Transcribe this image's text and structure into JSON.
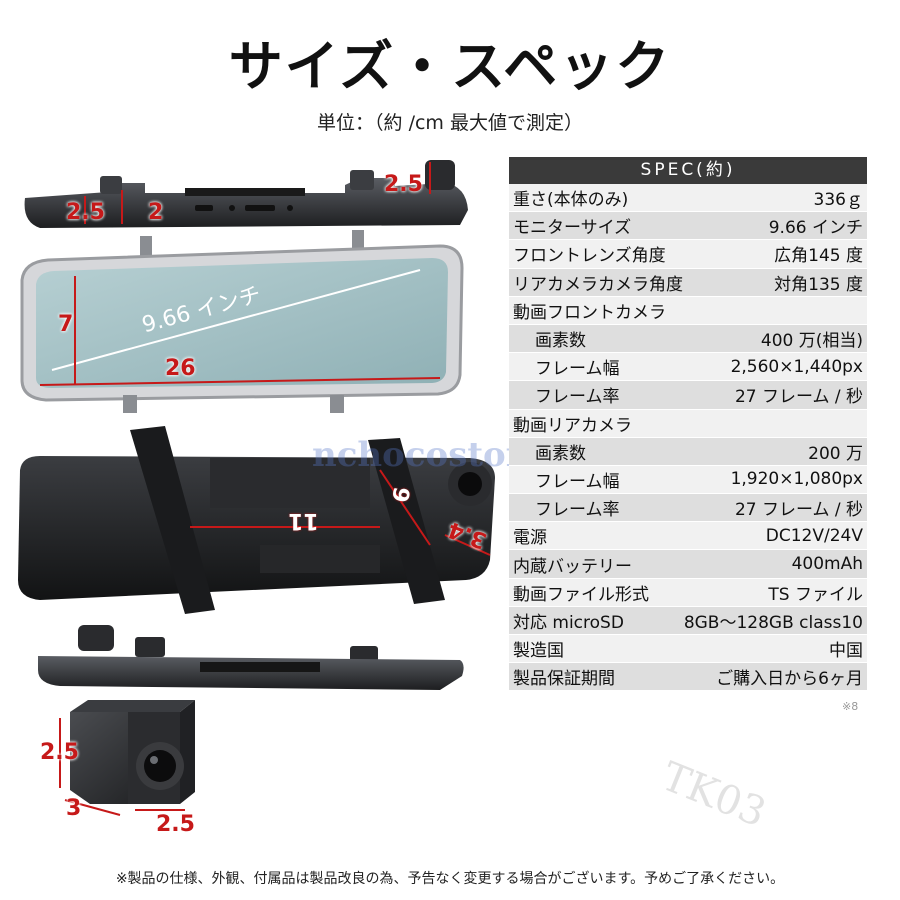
{
  "title": "サイズ・スペック",
  "subtitle": "単位：（約 /cm 最大値で測定）",
  "watermarks": {
    "store": "nchocostore2",
    "tk": "TK03"
  },
  "dimensions": {
    "top_left_a": "2.5",
    "top_left_b": "2",
    "top_right": "2.5",
    "diagonal": "9.66 インチ",
    "height": "7",
    "width": "26",
    "rear_height": "9",
    "rear_width": "11",
    "rear_side": "3.4",
    "cam_h": "2.5",
    "cam_d": "3",
    "cam_w": "2.5"
  },
  "spec": {
    "header": "SPEC(約)",
    "rows": [
      {
        "label": "重さ(本体のみ)",
        "value": "336ｇ",
        "sub": false
      },
      {
        "label": "モニターサイズ",
        "value": "9.66 インチ",
        "sub": false
      },
      {
        "label": "フロントレンズ角度",
        "value": "広角145 度",
        "sub": false
      },
      {
        "label": "リアカメラカメラ角度",
        "value": "対角135 度",
        "sub": false
      },
      {
        "label": "動画フロントカメラ",
        "value": "",
        "sub": false
      },
      {
        "label": "画素数",
        "value": "400 万(相当)",
        "sub": true
      },
      {
        "label": "フレーム幅",
        "value": "2,560×1,440px",
        "sub": true
      },
      {
        "label": "フレーム率",
        "value": "27 フレーム / 秒",
        "sub": true
      },
      {
        "label": "動画リアカメラ",
        "value": "",
        "sub": false
      },
      {
        "label": "画素数",
        "value": "200 万",
        "sub": true
      },
      {
        "label": "フレーム幅",
        "value": "1,920×1,080px",
        "sub": true
      },
      {
        "label": "フレーム率",
        "value": "27 フレーム / 秒",
        "sub": true
      },
      {
        "label": "電源",
        "value": "DC12V/24V",
        "sub": false
      },
      {
        "label": "内蔵バッテリー",
        "value": "400mAh",
        "sub": false
      },
      {
        "label": "動画ファイル形式",
        "value": "TS ファイル",
        "sub": false
      },
      {
        "label": "対応 microSD",
        "value": "8GB～128GB class10",
        "sub": false
      },
      {
        "label": "製造国",
        "value": "中国",
        "sub": false
      },
      {
        "label": "製品保証期間",
        "value": "ご購入日から6ヶ月",
        "sub": false
      }
    ],
    "note": "※8"
  },
  "footer": "※製品の仕様、外観、付属品は製品改良の為、予告なく変更する場合がございます。予めご了承ください。"
}
